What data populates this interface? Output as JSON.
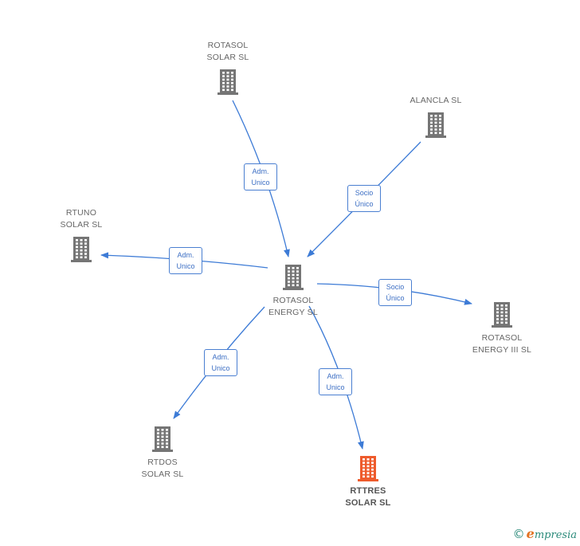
{
  "colors": {
    "building": "#757575",
    "building_highlight": "#ee5b2c",
    "edge": "#3d7bd6",
    "edge_label_border": "#4a7fd1"
  },
  "nodes": [
    {
      "id": "rotasol_energy",
      "lines": [
        "ROTASOL",
        "ENERGY  SL"
      ],
      "highlight": false
    },
    {
      "id": "rotasol_solar",
      "lines": [
        "ROTASOL",
        "SOLAR  SL"
      ],
      "highlight": false
    },
    {
      "id": "alancla",
      "lines": [
        "ALANCLA  SL"
      ],
      "highlight": false
    },
    {
      "id": "rtuno",
      "lines": [
        "RTUNO",
        "SOLAR  SL"
      ],
      "highlight": false
    },
    {
      "id": "rotasol_energy_iii",
      "lines": [
        "ROTASOL",
        "ENERGY III  SL"
      ],
      "highlight": false
    },
    {
      "id": "rtdos",
      "lines": [
        "RTDOS",
        "SOLAR  SL"
      ],
      "highlight": false
    },
    {
      "id": "rttres",
      "lines": [
        "RTTRES",
        "SOLAR  SL"
      ],
      "highlight": true
    }
  ],
  "edges": [
    {
      "from": "rotasol_solar",
      "to": "rotasol_energy",
      "lines": [
        "Adm.",
        "Unico"
      ]
    },
    {
      "from": "alancla",
      "to": "rotasol_energy",
      "lines": [
        "Socio",
        "Único"
      ]
    },
    {
      "from": "rotasol_energy",
      "to": "rtuno",
      "lines": [
        "Adm.",
        "Unico"
      ]
    },
    {
      "from": "rotasol_energy",
      "to": "rotasol_energy_iii",
      "lines": [
        "Socio",
        "Único"
      ]
    },
    {
      "from": "rotasol_energy",
      "to": "rtdos",
      "lines": [
        "Adm.",
        "Unico"
      ]
    },
    {
      "from": "rotasol_energy",
      "to": "rttres",
      "lines": [
        "Adm.",
        "Unico"
      ]
    }
  ],
  "footer": {
    "copyright_symbol": "©",
    "brand_initial": "e",
    "brand_rest": "mpresia"
  }
}
